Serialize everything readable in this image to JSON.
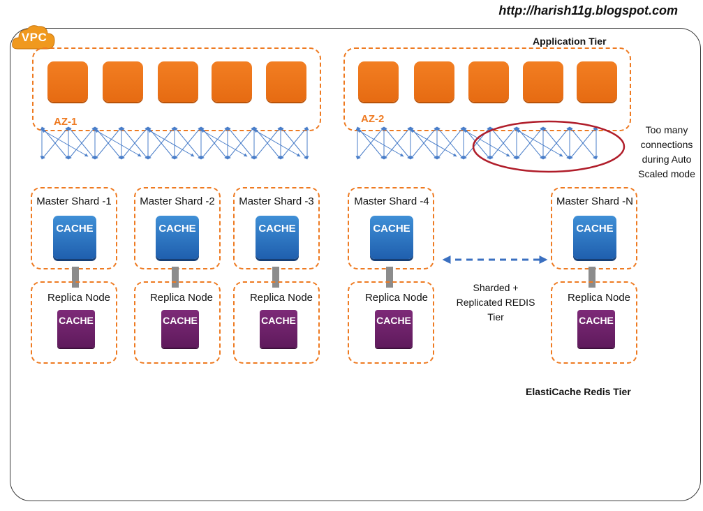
{
  "header": {
    "url": "http://harish11g.blogspot.com"
  },
  "vpc": {
    "label": "VPC"
  },
  "application_tier": {
    "label": "Application Tier",
    "zones": [
      {
        "label": "AZ-1",
        "instances": 5
      },
      {
        "label": "AZ-2",
        "instances": 5
      }
    ]
  },
  "callout": {
    "text_lines": [
      "Too many",
      "connections",
      "during Auto",
      "Scaled mode"
    ]
  },
  "redis_tier": {
    "label": "ElastiCache  Redis Tier",
    "shards": [
      {
        "master_label": "Master Shard -1",
        "master_icon": "CACHE",
        "replica_label": "Replica Node",
        "replica_icon": "CACHE"
      },
      {
        "master_label": "Master Shard -2",
        "master_icon": "CACHE",
        "replica_label": "Replica Node",
        "replica_icon": "CACHE"
      },
      {
        "master_label": "Master Shard -3",
        "master_icon": "CACHE",
        "replica_label": "Replica Node",
        "replica_icon": "CACHE"
      },
      {
        "master_label": "Master Shard -4",
        "master_icon": "CACHE",
        "replica_label": "Replica Node",
        "replica_icon": "CACHE"
      },
      {
        "master_label": "Master Shard -N",
        "master_icon": "CACHE",
        "replica_label": "Replica Node",
        "replica_icon": "CACHE"
      }
    ],
    "sharded_note_lines": [
      "Sharded +",
      "Replicated REDIS",
      "Tier"
    ]
  },
  "colors": {
    "instance_orange": "#f27e22",
    "az_border": "#ee7a21",
    "master_blue": "#2b73c3",
    "replica_purple": "#6e2368",
    "connection_blue": "#4a7ec9",
    "callout_red": "#b01d2a"
  }
}
